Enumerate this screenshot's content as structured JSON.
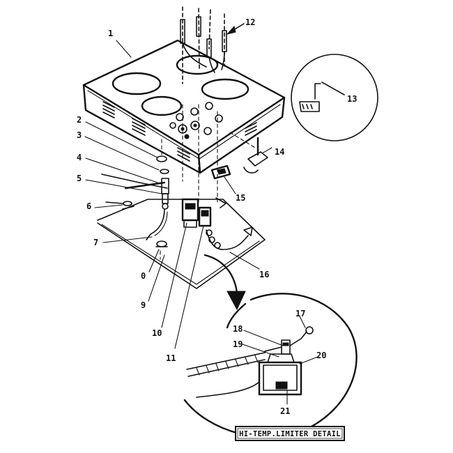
{
  "callouts": {
    "c1": "1",
    "c2": "2",
    "c3": "3",
    "c4": "4",
    "c5": "5",
    "c6": "6",
    "c7": "7",
    "c8": "0",
    "c9": "9",
    "c10": "10",
    "c11": "11",
    "c12": "12",
    "c13": "13",
    "c14": "14",
    "c15": "15",
    "c16": "16",
    "c17": "17",
    "c18": "18",
    "c19": "19",
    "c20": "20",
    "c21": "21"
  },
  "detail_caption": "HI-TEMP.LIMITER DETAIL",
  "colors": {
    "ink": "#111111",
    "paper": "#ffffff"
  }
}
